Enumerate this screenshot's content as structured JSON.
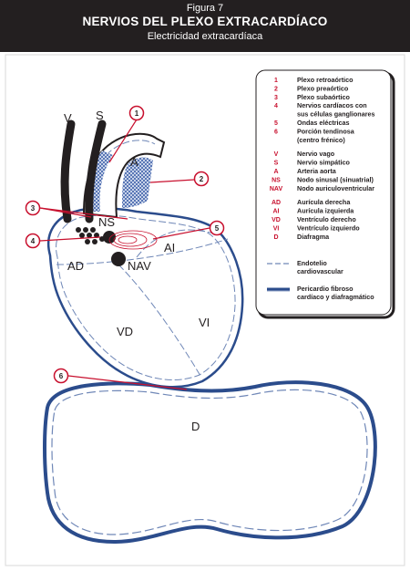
{
  "header": {
    "figure_label": "Figura 7",
    "title": "NERVIOS DEL PLEXO EXTRACARDÍACO",
    "subtitle": "Electricidad extracardíaca"
  },
  "diagram_labels": {
    "V": "V",
    "S": "S",
    "A": "A",
    "NS": "NS",
    "AI": "AI",
    "AD": "AD",
    "NAV": "NAV",
    "VD": "VD",
    "VI": "VI",
    "D": "D"
  },
  "callouts": [
    "1",
    "2",
    "3",
    "4",
    "5",
    "6"
  ],
  "legend": {
    "groups": [
      [
        {
          "code": "1",
          "text": [
            "Plexo retroaórtico"
          ]
        },
        {
          "code": "2",
          "text": [
            "Plexo preaórtico"
          ]
        },
        {
          "code": "3",
          "text": [
            "Plexo subaórtico"
          ]
        },
        {
          "code": "4",
          "text": [
            "Nervios cardíacos con",
            "sus células ganglionares"
          ]
        },
        {
          "code": "5",
          "text": [
            "Ondas eléctricas"
          ]
        },
        {
          "code": "6",
          "text": [
            "Porción tendinosa",
            "(centro frénico)"
          ]
        }
      ],
      [
        {
          "code": "V",
          "text": [
            "Nervio vago"
          ]
        },
        {
          "code": "S",
          "text": [
            "Nervio simpático"
          ]
        },
        {
          "code": "A",
          "text": [
            "Arteria aorta"
          ]
        },
        {
          "code": "NS",
          "text": [
            "Nodo sinusal (sinuatrial)"
          ]
        },
        {
          "code": "NAV",
          "text": [
            "Nodo auriculoventricular"
          ]
        }
      ],
      [
        {
          "code": "AD",
          "text": [
            "Aurícula derecha"
          ]
        },
        {
          "code": "AI",
          "text": [
            "Aurícula izquierda"
          ]
        },
        {
          "code": "VD",
          "text": [
            "Ventrículo derecho"
          ]
        },
        {
          "code": "VI",
          "text": [
            "Ventrículo izquierdo"
          ]
        },
        {
          "code": "D",
          "text": [
            "Diafragma"
          ]
        }
      ]
    ],
    "endothelium": [
      "Endotelio",
      "cardiovascular"
    ],
    "pericardium": [
      "Pericardio fibroso",
      "cardíaco y diafragmático"
    ]
  },
  "colors": {
    "header_bg": "#231f20",
    "callout_red": "#c8102e",
    "pericardium_blue": "#2b4c8c",
    "endothelium_blue": "#6f87b7",
    "plexus_blue": "#3d5fa8"
  }
}
